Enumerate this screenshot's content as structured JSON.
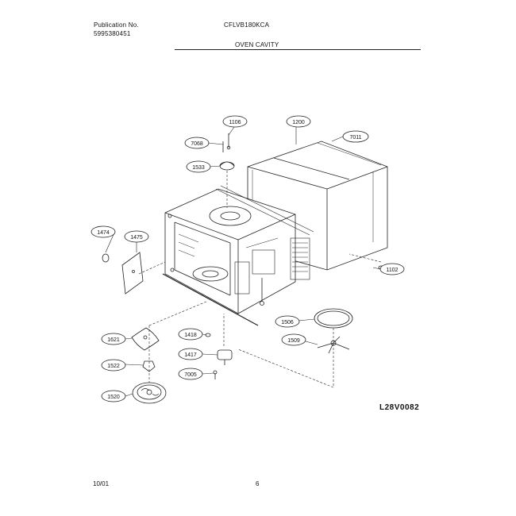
{
  "header": {
    "publication_label": "Publication No.",
    "publication_number": "5995380451",
    "model": "CFLVB180KCA",
    "section_title": "OVEN CAVITY"
  },
  "diagram": {
    "code": "L28V0082",
    "callouts": [
      "1106",
      "1200",
      "7011",
      "7068",
      "1533",
      "1474",
      "1475",
      "1102",
      "1506",
      "1621",
      "1418",
      "1509",
      "1522",
      "1417",
      "7005",
      "1520"
    ]
  },
  "footer": {
    "date": "10/01",
    "page": "6"
  }
}
